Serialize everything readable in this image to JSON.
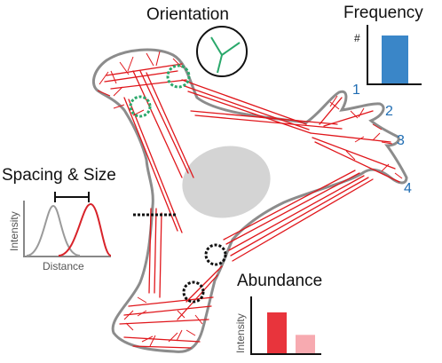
{
  "titles": {
    "orientation": "Orientation",
    "frequency": "Frequency",
    "spacing_size": "Spacing & Size",
    "abundance": "Abundance"
  },
  "frequency_panel": {
    "y_label": "#",
    "bars": [
      1.0
    ],
    "bar_color": "#3a86c8"
  },
  "abundance_panel": {
    "y_label": "Intensity",
    "bars": [
      1.0,
      0.45
    ],
    "bar_colors": [
      "#e8343c",
      "#f7aab0"
    ]
  },
  "spacing_panel": {
    "y_label": "Intensity",
    "x_label": "Distance",
    "curve_colors": [
      "#9a9a9a",
      "#d8232a"
    ]
  },
  "filopodia_labels": [
    "1",
    "2",
    "3",
    "4"
  ],
  "colors": {
    "fiber": "#e0161b",
    "cell_outline": "#8c8c8c",
    "nucleus": "#d4d4d4",
    "green_marker": "#2aa86b",
    "number": "#1f6db3"
  }
}
